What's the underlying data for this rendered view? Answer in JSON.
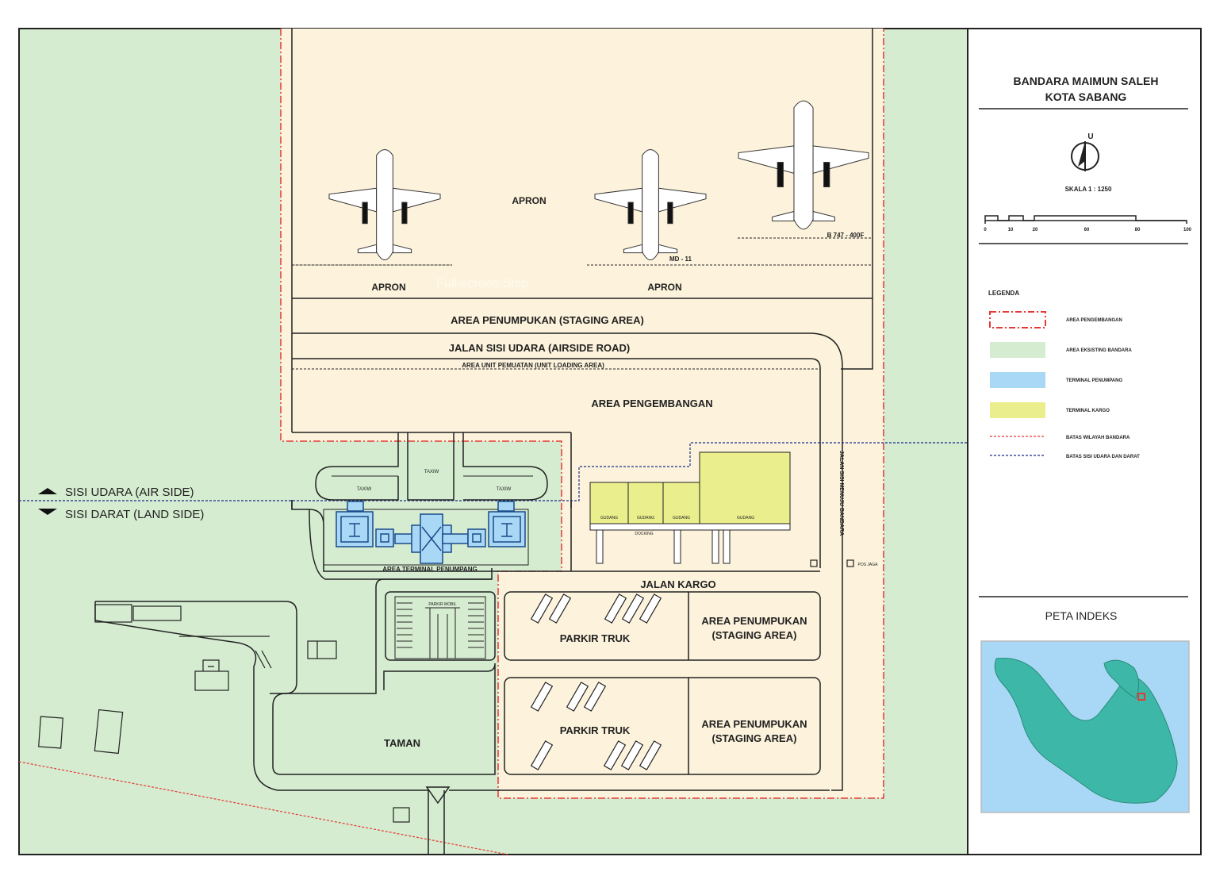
{
  "title": {
    "line1": "BANDARA MAIMUN SALEH",
    "line2": "KOTA SABANG"
  },
  "north_label": "U",
  "scale": {
    "label": "SKALA 1 : 1250",
    "ticks": [
      "0",
      "10",
      "20",
      "60",
      "80",
      "100"
    ]
  },
  "legend": {
    "heading": "LEGENDA",
    "items": [
      {
        "label": "AREA PENGEMBANGAN",
        "color": "#e53935"
      },
      {
        "label": "AREA EKSISTING BANDARA",
        "color": "#d5ecd0"
      },
      {
        "label": "TERMINAL PENUMPANG",
        "color": "#a8d8f5"
      },
      {
        "label": "TERMINAL KARGO",
        "color": "#eaee8c"
      },
      {
        "label": "BATAS WILAYAH BANDARA",
        "color": "#e53935"
      },
      {
        "label": "BATAS SISI UDARA DAN DARAT",
        "color": "#1a2a8a"
      }
    ]
  },
  "index_map": {
    "title": "PETA INDEKS"
  },
  "map": {
    "apron_main": "APRON",
    "apron_left": "APRON",
    "apron_right": "APRON",
    "aircraft_md11": "MD - 11",
    "aircraft_b747": "B 747 - 400F",
    "staging_area": "AREA PENUMPUKAN (STAGING AREA)",
    "airside_road": "JALAN SISI UDARA (AIRSIDE ROAD)",
    "unit_loading": "AREA UNIT PEMUATAN (UNIT LOADING AREA)",
    "development_area": "AREA PENGEMBANGAN",
    "airside_label": "SISI UDARA (AIR SIDE)",
    "landside_label": "SISI DARAT (LAND SIDE)",
    "taxiway1": "TAXIW",
    "taxiway2": "TAXIW",
    "taxiway3": "TAXIW",
    "terminal_label": "AREA TERMINAL PENUMPANG",
    "cargo_road": "JALAN KARGO",
    "truck_parking_1": "PARKIR TRUK",
    "truck_parking_2": "PARKIR TRUK",
    "staging_1_line1": "AREA PENUMPUKAN",
    "staging_1_line2": "(STAGING AREA)",
    "staging_2_line1": "AREA PENUMPUKAN",
    "staging_2_line2": "(STAGING AREA)",
    "park": "TAMAN",
    "vertical_road": "JALAN SISI MENUJU BANDARA",
    "cargo_units": [
      "GUDANG",
      "GUDANG",
      "GUDANG",
      "GUDANG"
    ],
    "cargo_dock": "DOCKING",
    "parking_lot": "PARKIR MOBIL",
    "guard_post": "POS JAGA"
  },
  "watermark": "Full-screen Snip"
}
